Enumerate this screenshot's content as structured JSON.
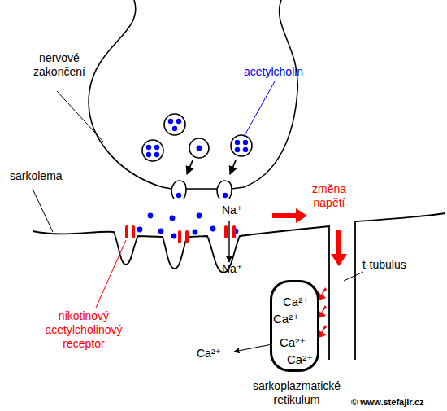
{
  "diagram": {
    "nodes": [
      {
        "text": [
          "Ca²⁺",
          "Ca²⁺",
          "Ca²⁺",
          "Ca²⁺",
          "sarkoplazmatické retikulum"
        ]
      }
    ],
    "labels": [
      "nervové zakončení",
      "acetylcholin",
      "sarkolema",
      "Na⁺",
      "Na⁺",
      "změna napětí",
      "t-tubulus",
      "nikotinový acetylcholinový receptor",
      "Ca²⁺",
      "© www.stefajir.cz"
    ]
  }
}
